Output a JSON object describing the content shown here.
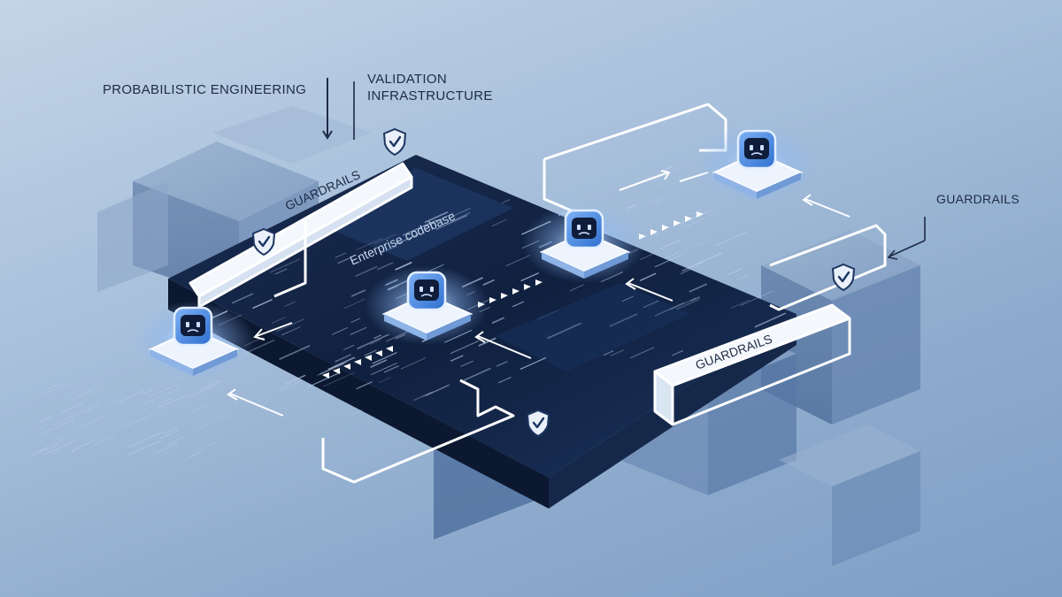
{
  "labels": {
    "probabilistic": "PROBABILISTIC ENGINEERING",
    "validation_line1": "VALIDATION",
    "validation_line2": "INFRASTRUCTURE",
    "guardrails_right": "GUARDRAILS",
    "guardrails_rail_top": "GUARDRAILS",
    "guardrails_rail_bottom": "GUARDRAILS",
    "codebase": "Enterprise codebase"
  },
  "nodes": [
    {
      "name": "agent-node-left",
      "icon": "robot-face-icon"
    },
    {
      "name": "agent-node-center",
      "icon": "robot-face-icon"
    },
    {
      "name": "agent-node-mid-right",
      "icon": "robot-face-icon"
    },
    {
      "name": "agent-node-top-right",
      "icon": "robot-face-icon"
    }
  ],
  "icons": {
    "shield": "shield-check-icon",
    "arrow": "arrow-icon"
  },
  "colors": {
    "background": "#a9c1dc",
    "platform_dark": "#0f1f3d",
    "platform_mid": "#2a4a78",
    "node_glow": "#4f8fe6",
    "rail": "#ffffff",
    "text": "#1e2b45"
  }
}
